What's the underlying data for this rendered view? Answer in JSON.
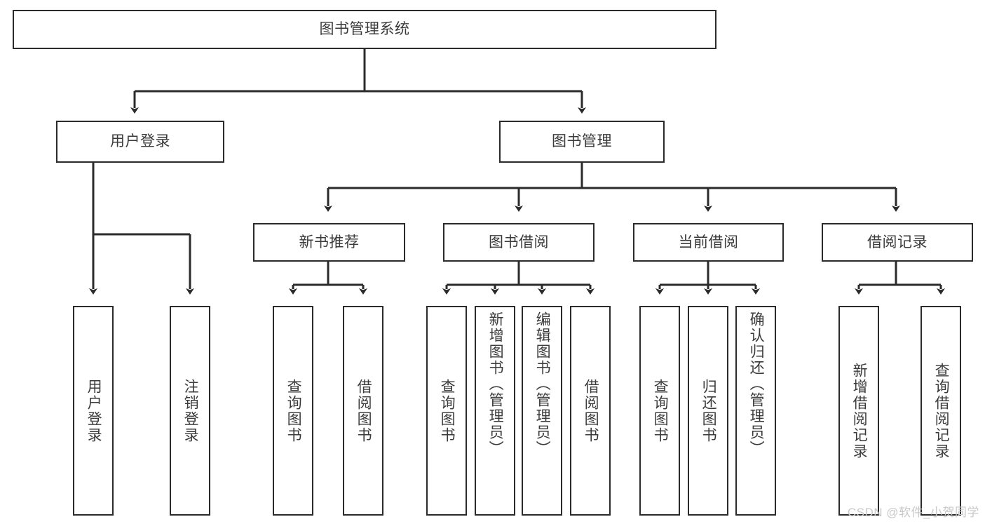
{
  "diagram": {
    "title": "图书管理系统",
    "type": "tree-hierarchy-diagram",
    "colors": {
      "border": "#2b2b2b",
      "text": "#3a3a3a",
      "background": "#ffffff",
      "watermark": "#c9c9c9"
    },
    "root": {
      "label": "图书管理系统"
    },
    "level2": [
      {
        "label": "用户登录"
      },
      {
        "label": "图书管理"
      }
    ],
    "level3": [
      {
        "label": "新书推荐"
      },
      {
        "label": "图书借阅"
      },
      {
        "label": "当前借阅"
      },
      {
        "label": "借阅记录"
      }
    ],
    "leaves": {
      "user_login": [
        {
          "label": "用户登录"
        },
        {
          "label": "注销登录"
        }
      ],
      "new_book_recommend": [
        {
          "label": "查询图书"
        },
        {
          "label": "借阅图书"
        }
      ],
      "book_borrow": [
        {
          "label": "查询图书"
        },
        {
          "label": "新增图书（管理员）"
        },
        {
          "label": "编辑图书（管理员）"
        },
        {
          "label": "借阅图书"
        }
      ],
      "current_borrow": [
        {
          "label": "查询图书"
        },
        {
          "label": "归还图书"
        },
        {
          "label": "确认归还（管理员）"
        }
      ],
      "borrow_record": [
        {
          "label": "新增借阅记录"
        },
        {
          "label": "查询借阅记录"
        }
      ]
    },
    "watermark": "CSDN @软件_小贺同学"
  }
}
